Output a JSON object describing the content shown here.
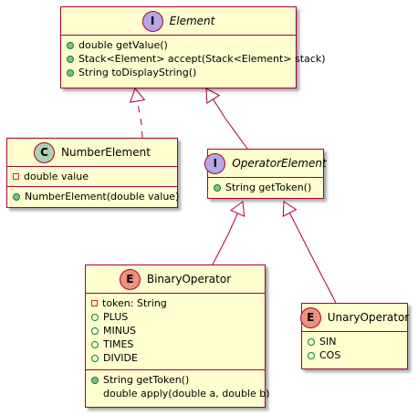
{
  "colors": {
    "box_fill": "#fefece",
    "border": "#a80036",
    "interface_badge": "#b4a7e5",
    "class_badge": "#add1b2",
    "enum_badge": "#eb937f"
  },
  "elements": [
    {
      "key": "element",
      "kind": "interface",
      "badge": "I",
      "name": "Element",
      "italic": true,
      "sections": [
        {
          "members": [
            {
              "vis": "public-method",
              "text": "double getValue()"
            },
            {
              "vis": "public-method",
              "text": "Stack<Element> accept(Stack<Element> stack)"
            },
            {
              "vis": "public-method",
              "text": "String toDisplayString()"
            }
          ]
        }
      ]
    },
    {
      "key": "number-element",
      "kind": "class",
      "badge": "C",
      "name": "NumberElement",
      "italic": false,
      "sections": [
        {
          "members": [
            {
              "vis": "private-field",
              "text": "double value"
            }
          ]
        },
        {
          "members": [
            {
              "vis": "public-method",
              "text": "NumberElement(double value)"
            }
          ]
        }
      ]
    },
    {
      "key": "operator-element",
      "kind": "interface",
      "badge": "I",
      "name": "OperatorElement",
      "italic": true,
      "sections": [
        {
          "members": [
            {
              "vis": "public-method",
              "text": "String getToken()"
            }
          ]
        }
      ]
    },
    {
      "key": "binary-operator",
      "kind": "enum",
      "badge": "E",
      "name": "BinaryOperator",
      "italic": false,
      "sections": [
        {
          "members": [
            {
              "vis": "private-field",
              "text": "token: String"
            },
            {
              "vis": "public-field",
              "text": "PLUS"
            },
            {
              "vis": "public-field",
              "text": "MINUS"
            },
            {
              "vis": "public-field",
              "text": "TIMES"
            },
            {
              "vis": "public-field",
              "text": "DIVIDE"
            }
          ]
        },
        {
          "members": [
            {
              "vis": "public-method",
              "text": "String getToken()"
            },
            {
              "vis": "none",
              "text": "double apply(double a, double b)"
            }
          ]
        }
      ]
    },
    {
      "key": "unary-operator",
      "kind": "enum",
      "badge": "E",
      "name": "UnaryOperator",
      "italic": false,
      "sections": [
        {
          "members": [
            {
              "vis": "public-field",
              "text": "SIN"
            },
            {
              "vis": "public-field",
              "text": "COS"
            }
          ]
        }
      ]
    }
  ],
  "relations": [
    {
      "from": "number-element",
      "to": "element",
      "type": "implements"
    },
    {
      "from": "operator-element",
      "to": "element",
      "type": "extends"
    },
    {
      "from": "binary-operator",
      "to": "operator-element",
      "type": "implements"
    },
    {
      "from": "unary-operator",
      "to": "operator-element",
      "type": "implements"
    }
  ]
}
